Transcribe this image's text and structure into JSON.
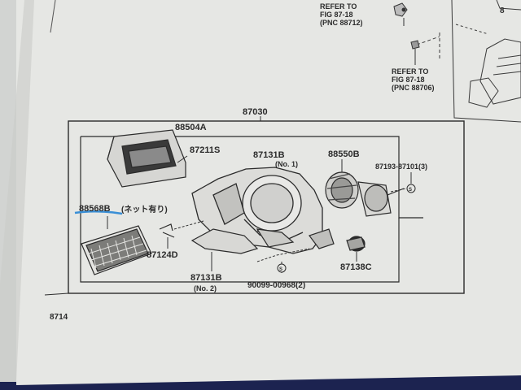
{
  "refs": {
    "ref1_line1": "REFER TO",
    "ref1_line2": "FIG 87-18",
    "ref1_line3": "(PNC 88712)",
    "ref2_line1": "REFER TO",
    "ref2_line2": "FIG 87-18",
    "ref2_line3": "(PNC 88706)"
  },
  "parts": {
    "p87030": "87030",
    "p88504A": "88504A",
    "p87211S": "87211S",
    "p87131B_1": "87131B",
    "p87131B_1_note": "(No. 1)",
    "p88550B": "88550B",
    "p87193": "87193-87101(3)",
    "p88568B": "88568B",
    "p88568B_note": "(ネット有り)",
    "p87124D": "87124D",
    "p87131B_2": "87131B",
    "p87131B_2_note": "(No. 2)",
    "p90099": "90099-00968(2)",
    "p87138C": "87138C"
  },
  "page_number": "8714",
  "top_right_partial": "8",
  "colors": {
    "paper": "#e6e7e4",
    "ink": "#2b2b2b",
    "highlight": "#3a8fd6",
    "background": "#1c2350"
  }
}
